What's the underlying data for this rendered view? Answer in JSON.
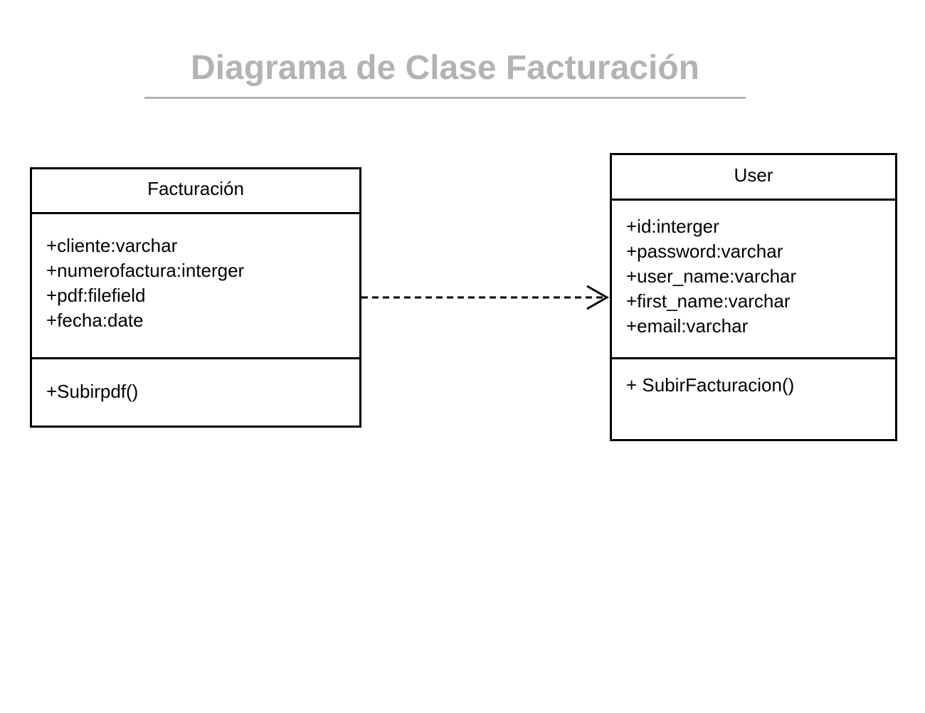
{
  "title": "Diagrama de Clase Facturación",
  "classes": [
    {
      "name": "Facturación",
      "attributes": [
        "+cliente:varchar",
        "+numerofactura:interger",
        "+pdf:filefield",
        "+fecha:date"
      ],
      "methods": [
        "+Subirpdf()"
      ]
    },
    {
      "name": "User",
      "attributes": [
        "+id:interger",
        "+password:varchar",
        "+user_name:varchar",
        "+first_name:varchar",
        "+email:varchar"
      ],
      "methods": [
        "+ SubirFacturacion()"
      ]
    }
  ],
  "relationships": [
    {
      "from": "Facturación",
      "to": "User",
      "type": "dependency",
      "line_style": "dashed",
      "arrowhead": "open"
    }
  ],
  "colors": {
    "title": "#b3b3b3",
    "lines": "#000000",
    "background": "#ffffff"
  }
}
